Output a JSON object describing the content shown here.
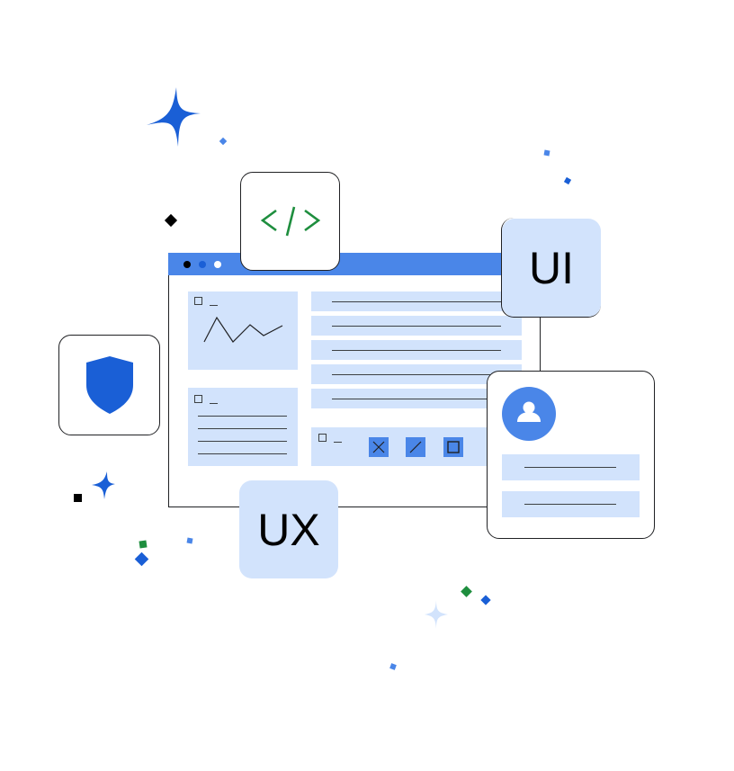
{
  "illustration": {
    "title": "UI/UX development illustration",
    "cards": {
      "code": {
        "icon": "code-icon",
        "glyph": "</>",
        "color": "#1e8e3e"
      },
      "ui": {
        "label": "UI",
        "bg": "#d2e3fc"
      },
      "ux": {
        "label": "UX",
        "bg": "#d2e3fc"
      },
      "security": {
        "icon": "shield-icon",
        "color": "#1a5fd6"
      },
      "profile": {
        "icon": "user-avatar-icon",
        "color": "#4a86e8",
        "rows": 2
      }
    },
    "window": {
      "titlebar_color": "#4a86e8",
      "dots": [
        "#000000",
        "#1a5fd6",
        "#ffffff"
      ],
      "list_rows": 5,
      "toolbar_tools": [
        "close-x-icon",
        "slash-icon",
        "square-icon"
      ]
    },
    "colors": {
      "primary_blue": "#4a86e8",
      "dark_blue": "#1a5fd6",
      "light_blue": "#d2e3fc",
      "green": "#1e8e3e",
      "outline": "#202124"
    }
  }
}
